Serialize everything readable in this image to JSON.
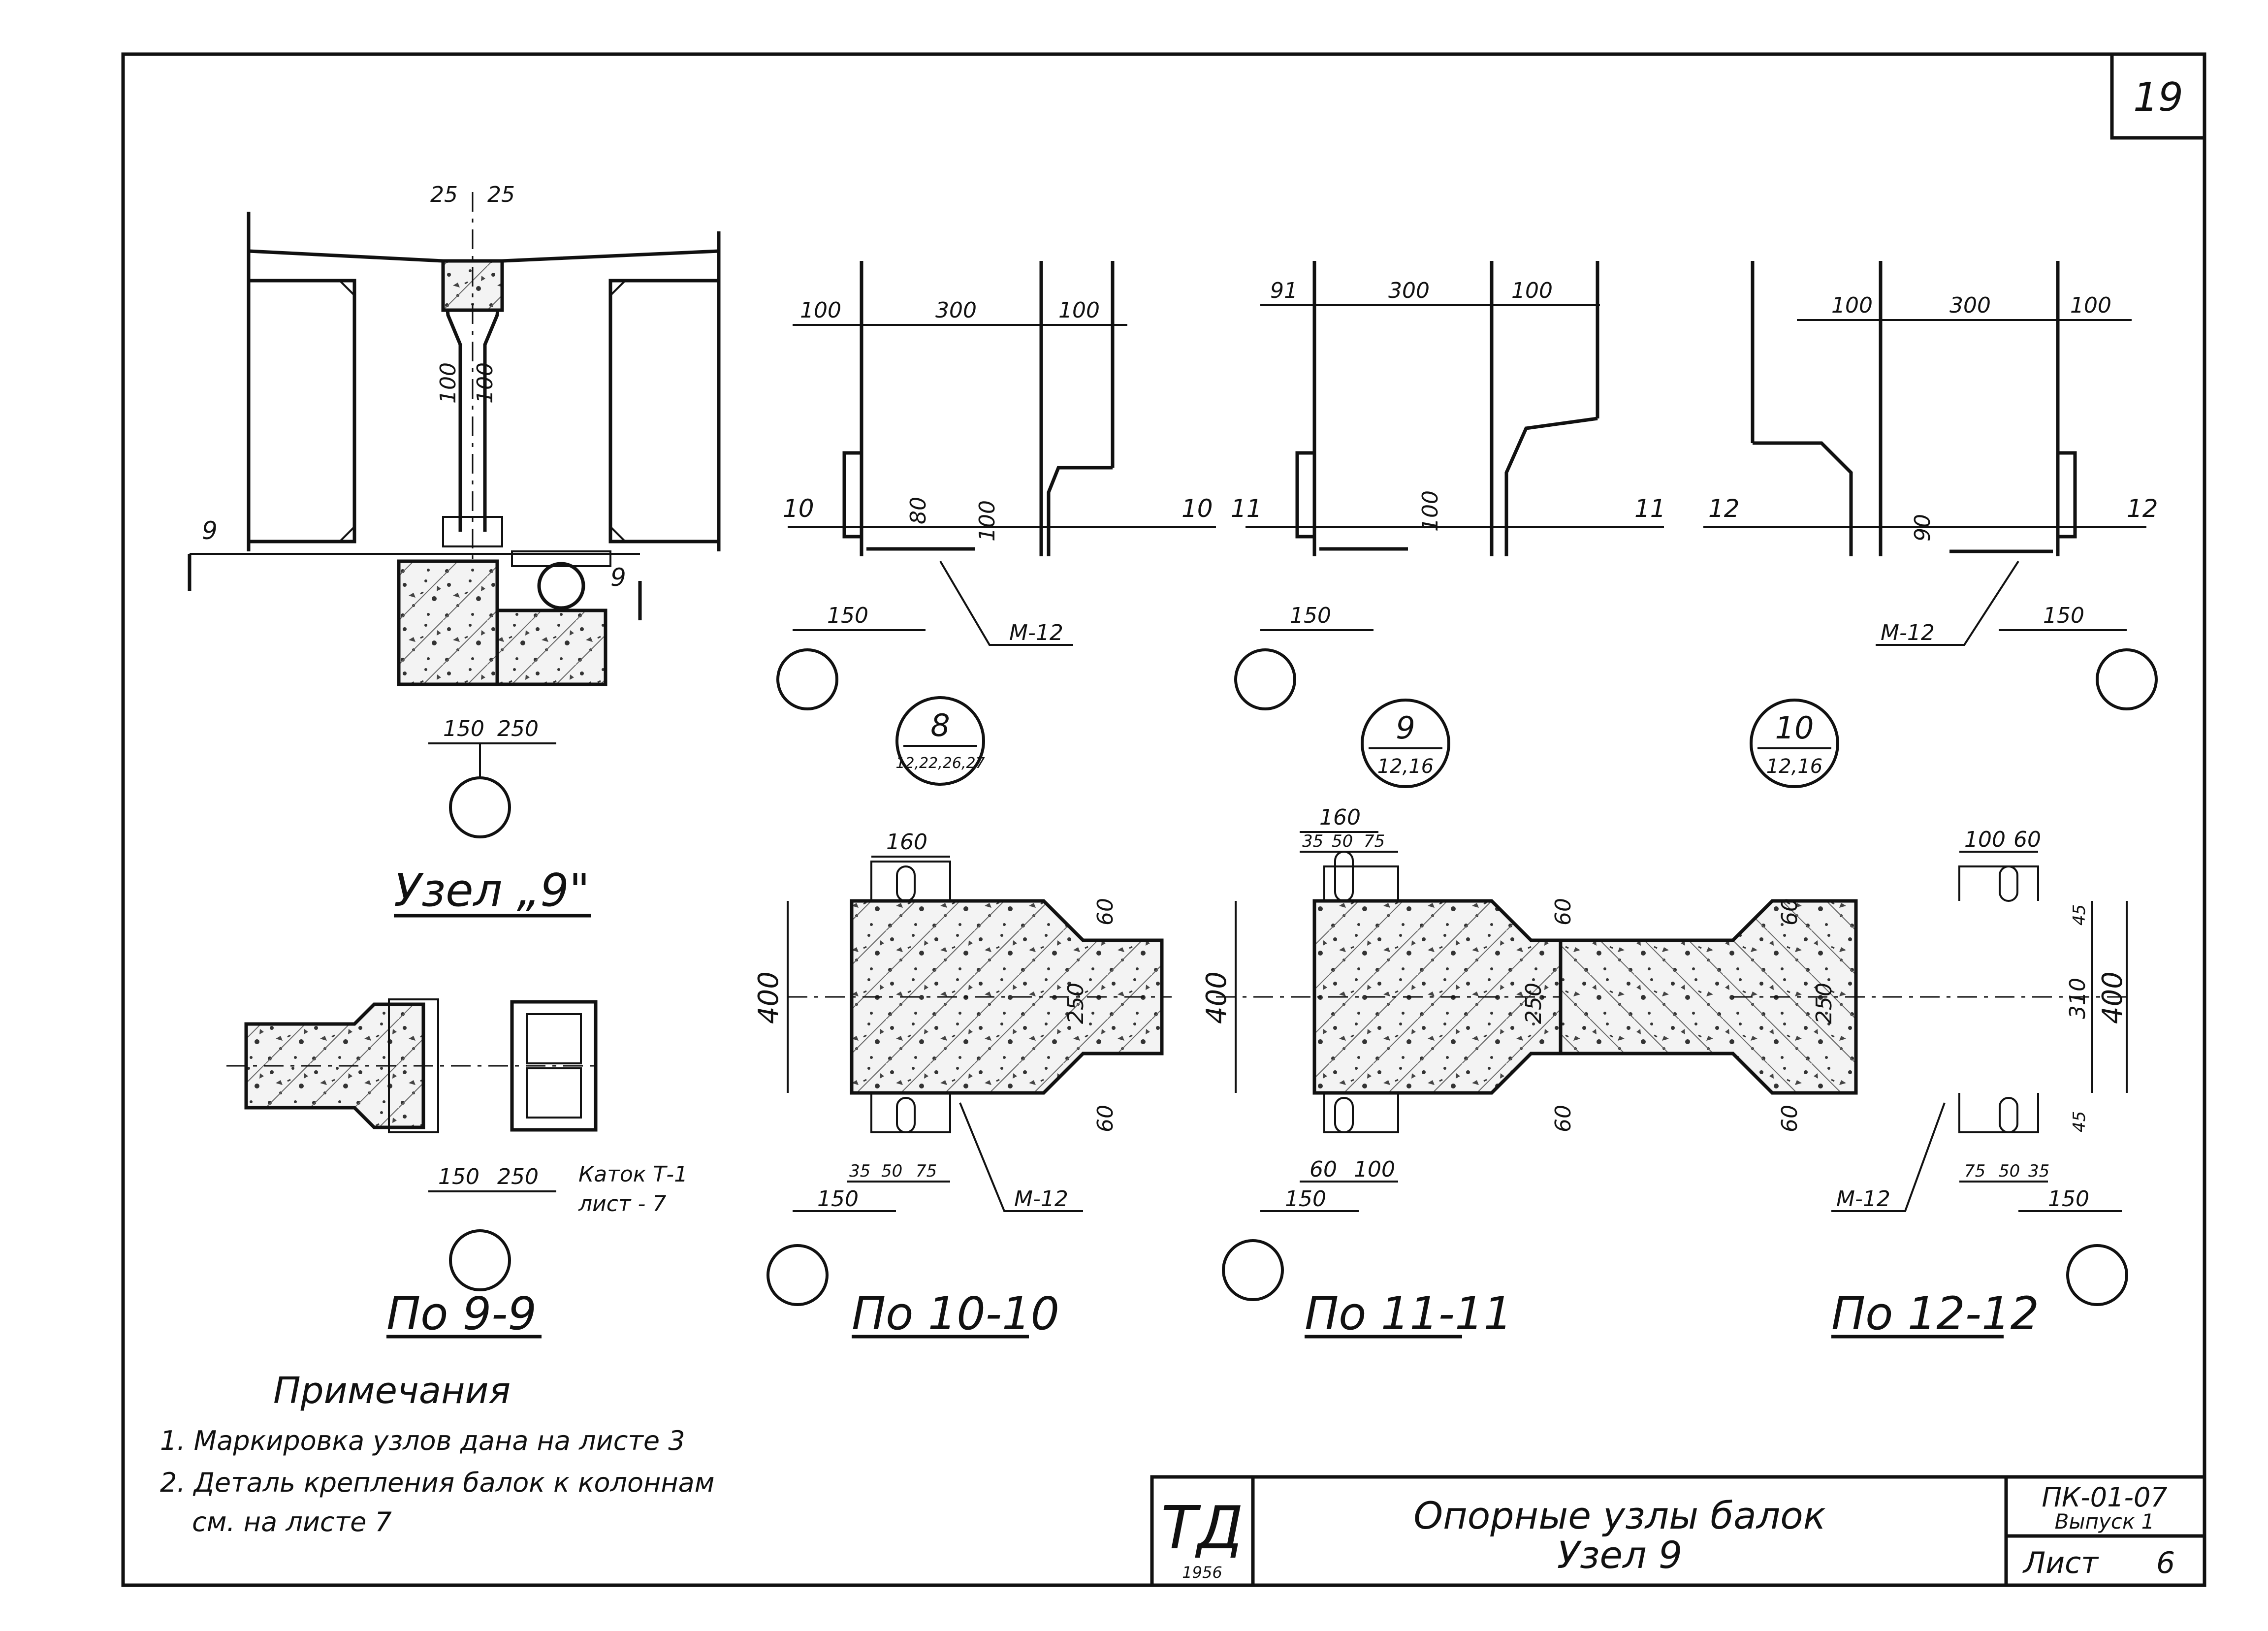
{
  "sheet": {
    "page_number": "19",
    "title_line1": "Опорные узлы балок",
    "title_line2": "Узел 9",
    "code_line1": "ПК-01-07",
    "code_line2": "Выпуск 1",
    "list_label": "Лист",
    "list_number": "6",
    "logo_text": "ТД",
    "logo_year": "1956"
  },
  "views": {
    "node9_caption": "Узел „9\"",
    "section9_caption": "По 9-9",
    "section10_caption": "По 10-10",
    "section11_caption": "По 11-11",
    "section12_caption": "По 12-12"
  },
  "section_marks": {
    "m9": "9",
    "m10": "10",
    "m11": "11",
    "m12": "12"
  },
  "bubbles": {
    "b8": {
      "top": "8",
      "bottom": "12,22,26,27"
    },
    "b9": {
      "top": "9",
      "bottom": "12,16"
    },
    "b10": {
      "top": "10",
      "bottom": "12,16"
    }
  },
  "dims": {
    "d25a": "25",
    "d25b": "25",
    "d100a": "100",
    "d100b": "100",
    "d150": "150",
    "d250": "250",
    "e100a": "100",
    "e300": "300",
    "e100b": "100",
    "e80": "80",
    "e100c": "100",
    "e150": "150",
    "f91": "91",
    "f300": "300",
    "f100": "100",
    "f100b": "100",
    "f150": "150",
    "g100": "100",
    "g300": "300",
    "g100b": "100",
    "g90": "90",
    "g150": "150",
    "h160": "160",
    "h60a": "60",
    "h60b": "60",
    "h400": "400",
    "h250": "250",
    "h35": "35",
    "h50": "50",
    "h75": "75",
    "h150": "150",
    "i160": "160",
    "i35": "35",
    "i50": "50",
    "i75": "75",
    "i60a": "60",
    "i60b": "60",
    "i400": "400",
    "i250": "250",
    "i60c": "60",
    "i100": "100",
    "i150": "150",
    "j100": "100",
    "j60": "60",
    "j60a": "60",
    "j60b": "60",
    "j45a": "45",
    "j45b": "45",
    "j310": "310",
    "j400": "400",
    "j250": "250",
    "j75": "75",
    "j50": "50",
    "j35": "35",
    "j150": "150",
    "k150": "150",
    "k250": "250"
  },
  "labels": {
    "m12_a": "М-12",
    "m12_b": "М-12",
    "m12_c": "М-12",
    "m12_d": "М-12",
    "katok1": "Каток Т-1",
    "katok2": "лист - 7"
  },
  "notes": {
    "heading": "Примечания",
    "n1": "1. Маркировка узлов дана на листе 3",
    "n2": "2. Деталь крепления балок к колоннам",
    "n3": "см. на листе 7"
  }
}
